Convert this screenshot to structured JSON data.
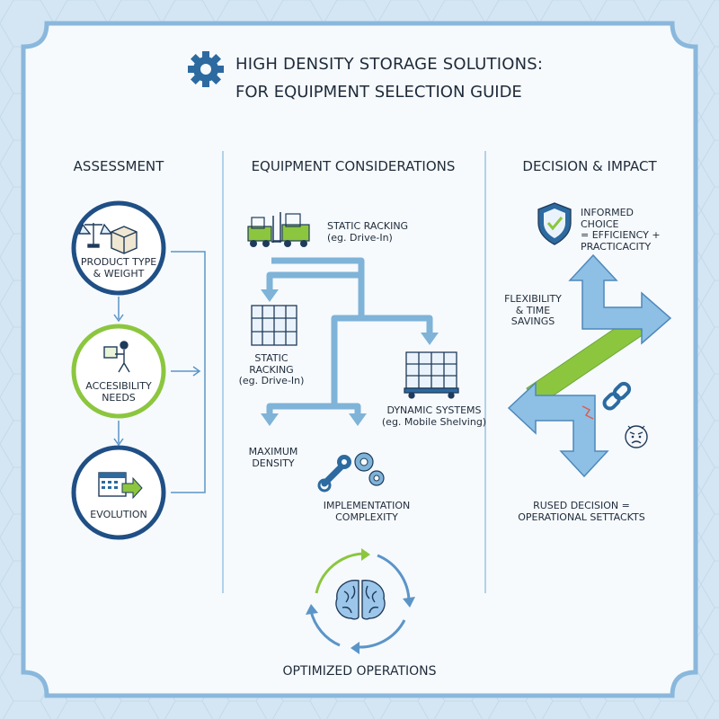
{
  "title": {
    "line1": "HIGH DENSITY STORAGE SOLUTIONS:",
    "line2": "FOR EQUIPMENT SELECTION GUIDE"
  },
  "columns": {
    "assessment": {
      "heading": "ASSESSMENT",
      "items": [
        {
          "line1": "PRODUCT TYPE",
          "line2": "& WEIGHT",
          "icon": "scale-box-icon"
        },
        {
          "line1": "ACCESIBILITY",
          "line2": "NEEDS",
          "icon": "person-carrying-box-icon"
        },
        {
          "line1": "EVOLUTION",
          "line2": "",
          "icon": "calendar-arrow-icon"
        }
      ]
    },
    "equipment": {
      "heading": "EQUIPMENT CONSIDERATIONS",
      "top": {
        "line1": "STATIC RACKING",
        "line2": "(eg. Drive-In)"
      },
      "left": {
        "line1": "STATIC RACKING",
        "line2": "(eg. Drive-In)"
      },
      "right": {
        "line1": "DYNAMIC SYSTEMS",
        "line2": "(eg. Mobile Shelving)"
      },
      "density": {
        "line1": "MAXIMUM",
        "line2": "DENSITY"
      },
      "complexity": {
        "line1": "IMPLEMENTATION",
        "line2": "COMPLEXITY"
      }
    },
    "decision": {
      "heading": "DECISION & IMPACT",
      "informed": {
        "line1": "INFORMED CHOICE",
        "line2": "= EFFICIENCY +",
        "line3": "PRACTICACITY"
      },
      "flex": {
        "line1": "FLEXIBILITY",
        "line2": "& TIME SAVINGS"
      },
      "rushed": {
        "line1": "RUSED DECISION =",
        "line2": "OPERATIONAL SETTACKTS"
      }
    }
  },
  "footer": {
    "label": "OPTIMIZED OPERATIONS"
  },
  "colors": {
    "navy": "#1f3f66",
    "blue": "#2c6aa0",
    "lightblue": "#7fb3d8",
    "green": "#8cc63f",
    "red": "#e05a4f"
  }
}
